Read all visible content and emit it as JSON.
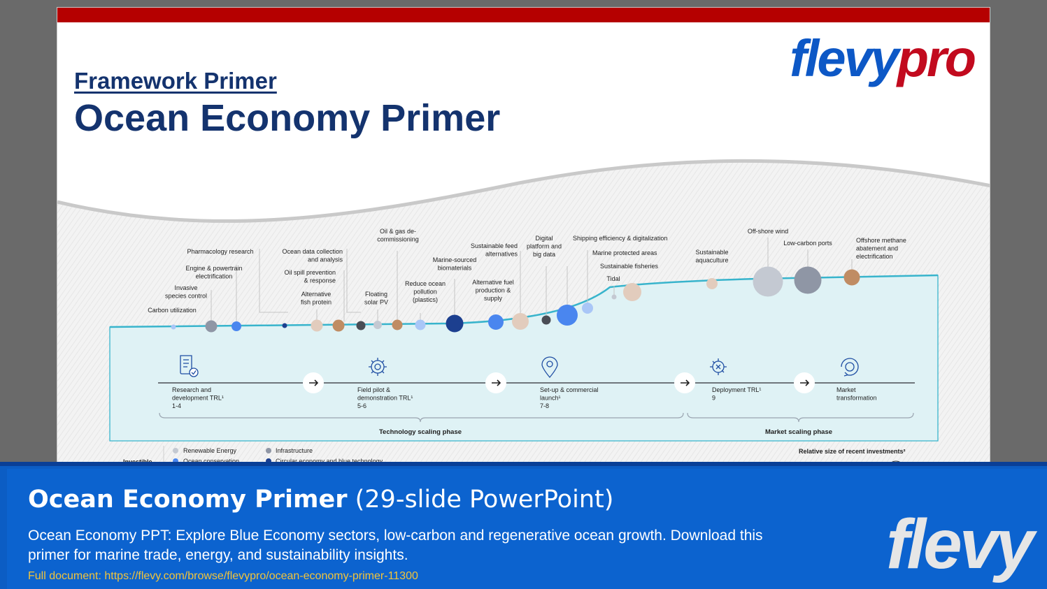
{
  "slide": {
    "subtitle": "Framework Primer",
    "title": "Ocean Economy Primer",
    "logo_part1": "flevy",
    "logo_part2": "pro"
  },
  "labels": [
    "Carbon utilization",
    "Invasive species control",
    "Engine & powertrain electrification",
    "Pharmacology research",
    "Ocean data collection and analysis",
    "Oil spill prevention & response",
    "Alternative fish protein",
    "Floating solar PV",
    "Oil & gas de-commissioning",
    "Reduce ocean pollution (plastics)",
    "Marine-sourced biomaterials",
    "Sustainable feed alternatives",
    "Alternative fuel production & supply",
    "Digital platform and big data",
    "Shipping efficiency & digitalization",
    "Marine protected areas",
    "Sustainable fisheries",
    "Tidal",
    "Sustainable aquaculture",
    "Off-shore wind",
    "Low-carbon ports",
    "Offshore methane abatement and electrification"
  ],
  "stages": [
    {
      "label": "Research and development TRL¹",
      "trl": "1-4"
    },
    {
      "label": "Field pilot & demonstration TRL¹",
      "trl": "5-6"
    },
    {
      "label": "Set-up & commercial launch¹",
      "trl": "7-8"
    },
    {
      "label": "Deployment TRL¹",
      "trl": "9"
    },
    {
      "label": "Market transformation",
      "trl": ""
    }
  ],
  "phases": {
    "technology": "Technology scaling phase",
    "market": "Market scaling phase"
  },
  "legend": {
    "investible_label": "Investible",
    "items": [
      "Renewable Energy",
      "Ocean conservation",
      "Infrastructure",
      "Circular economy and blue technology"
    ],
    "relative_size_label": "Relative size of recent investments²"
  },
  "colors": {
    "renewable_energy": "#c4c9d2",
    "ocean_conservation": "#4a86ef",
    "infrastructure": "#8f96a5",
    "circular_economy": "#1c3f8f",
    "sand": "#e2ccbd",
    "brown": "#c08c63",
    "dark": "#4a4d55",
    "light_blue": "#a9c6f7",
    "curve": "#38b4cc"
  },
  "banner": {
    "title_strong": "Ocean Economy Primer",
    "title_light": "(29-slide PowerPoint)",
    "description": "Ocean Economy PPT: Explore Blue Economy sectors, low-carbon and regenerative ocean growth. Download this primer for marine trade, energy, and sustainability insights.",
    "link": "Full document: https://flevy.com/browse/flevypro/ocean-economy-primer-11300",
    "logo": "flevy"
  }
}
